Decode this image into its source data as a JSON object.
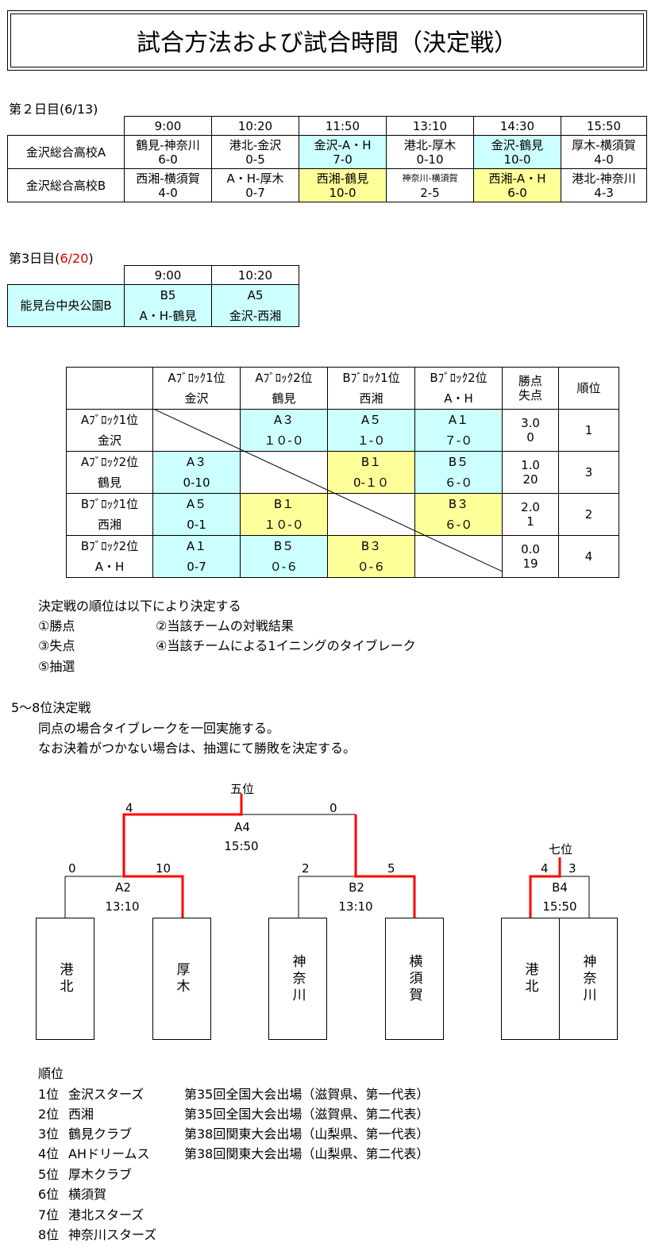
{
  "title": "試合方法および試合時間（決定戦）",
  "day2": {
    "label": "第２日目(6/13)",
    "times": [
      "9:00",
      "10:20",
      "11:50",
      "13:10",
      "14:30",
      "15:50"
    ],
    "rows": [
      {
        "venue": "金沢総合高校A",
        "cells": [
          {
            "match": "鶴見-神奈川",
            "score": "6-0"
          },
          {
            "match": "港北-金沢",
            "score": "0-5"
          },
          {
            "match": "金沢-A・H",
            "score": "7-0"
          },
          {
            "match": "港北-厚木",
            "score": "0-10"
          },
          {
            "match": "金沢-鶴見",
            "score": "10-0"
          },
          {
            "match": "厚木-横須賀",
            "score": "4-0"
          }
        ]
      },
      {
        "venue": "金沢総合高校B",
        "cells": [
          {
            "match": "西湘-横須賀",
            "score": "4-0"
          },
          {
            "match": "A・H-厚木",
            "score": "0-7"
          },
          {
            "match": "西湘-鶴見",
            "score": "10-0"
          },
          {
            "match": "神奈川-横須賀",
            "score": "2-5"
          },
          {
            "match": "西湘-A・H",
            "score": "6-0"
          },
          {
            "match": "港北-神奈川",
            "score": "4-3"
          }
        ]
      }
    ]
  },
  "day3": {
    "label_prefix": "第3日目(",
    "label_date": "6/20",
    "label_suffix": ")",
    "times": [
      "9:00",
      "10:20"
    ],
    "venue": "能見台中央公園B",
    "cells": [
      {
        "code": "B5",
        "match": "A・H-鶴見"
      },
      {
        "code": "A5",
        "match": "金沢-西湘"
      }
    ]
  },
  "league": {
    "col_heads": [
      {
        "l1": "Aﾌﾞﾛｯｸ1位",
        "l2": "金沢"
      },
      {
        "l1": "Aﾌﾞﾛｯｸ2位",
        "l2": "鶴見"
      },
      {
        "l1": "Bﾌﾞﾛｯｸ1位",
        "l2": "西湘"
      },
      {
        "l1": "Bﾌﾞﾛｯｸ2位",
        "l2": "A・H"
      }
    ],
    "points_head": {
      "l1": "勝点",
      "l2": "失点"
    },
    "rank_head": "順位",
    "rows": [
      {
        "l1": "Aﾌﾞﾛｯｸ1位",
        "l2": "金沢",
        "cells": [
          null,
          {
            "c": "A３",
            "s": "１０-０"
          },
          {
            "c": "A５",
            "s": "１-０"
          },
          {
            "c": "A１",
            "s": "７-０"
          }
        ],
        "pts": "3.0",
        "lost": "0",
        "rank": "1"
      },
      {
        "l1": "Aﾌﾞﾛｯｸ2位",
        "l2": "鶴見",
        "cells": [
          {
            "c": "A３",
            "s": "0-10"
          },
          null,
          {
            "c": "B１",
            "s": "0-１０"
          },
          {
            "c": "B５",
            "s": "６-０"
          }
        ],
        "pts": "1.0",
        "lost": "20",
        "rank": "3"
      },
      {
        "l1": "Bﾌﾞﾛｯｸ1位",
        "l2": "西湘",
        "cells": [
          {
            "c": "A５",
            "s": "0-1"
          },
          {
            "c": "B１",
            "s": "１０-０"
          },
          null,
          {
            "c": "B３",
            "s": "６-０"
          }
        ],
        "pts": "2.0",
        "lost": "1",
        "rank": "2"
      },
      {
        "l1": "Bﾌﾞﾛｯｸ2位",
        "l2": "A・H",
        "cells": [
          {
            "c": "A１",
            "s": "0-7"
          },
          {
            "c": "B５",
            "s": "０-６"
          },
          {
            "c": "B３",
            "s": "０-６"
          },
          null
        ],
        "pts": "0.0",
        "lost": "19",
        "rank": "4"
      }
    ]
  },
  "rules": {
    "intro": "決定戦の順位は以下により決定する",
    "r1": "①勝点",
    "r2": "②当該チームの対戦結果",
    "r3": "③失点",
    "r4": "④当該チームによる1イニングのタイブレーク",
    "r5": "⑤抽選"
  },
  "placement": {
    "heading": "5～8位決定戦",
    "line1": "同点の場合タイブレークを一回実施する。",
    "line2": "なお決着がつかない場合は、抽選にて勝敗を決定する。"
  },
  "bracket": {
    "fifth_label": "五位",
    "seventh_label": "七位",
    "final": {
      "code": "A4",
      "time": "15:50",
      "left_score": "4",
      "right_score": "0"
    },
    "semi_left": {
      "code": "A2",
      "time": "13:10",
      "left_score": "0",
      "right_score": "10"
    },
    "semi_right": {
      "code": "B2",
      "time": "13:10",
      "left_score": "2",
      "right_score": "5"
    },
    "seventh": {
      "code": "B4",
      "time": "15:50",
      "left_score": "4",
      "right_score": "3"
    },
    "teams": [
      "港北",
      "厚木",
      "神奈川",
      "横須賀",
      "港北",
      "神奈川"
    ],
    "winner_color": "#ff0000"
  },
  "standings": {
    "heading": "順位",
    "items": [
      {
        "rank": "1位",
        "team": "金沢スターズ",
        "note": "第35回全国大会出場（滋賀県、第一代表）"
      },
      {
        "rank": "2位",
        "team": "西湘",
        "note": "第35回全国大会出場（滋賀県、第二代表）"
      },
      {
        "rank": "3位",
        "team": "鶴見クラブ",
        "note": "第38回関東大会出場（山梨県、第一代表）"
      },
      {
        "rank": "4位",
        "team": "AHドリームス",
        "note": "第38回関東大会出場（山梨県、第二代表）"
      },
      {
        "rank": "5位",
        "team": "厚木クラブ",
        "note": ""
      },
      {
        "rank": "6位",
        "team": "横須賀",
        "note": ""
      },
      {
        "rank": "7位",
        "team": "港北スターズ",
        "note": ""
      },
      {
        "rank": "8位",
        "team": "神奈川スターズ",
        "note": ""
      }
    ]
  }
}
